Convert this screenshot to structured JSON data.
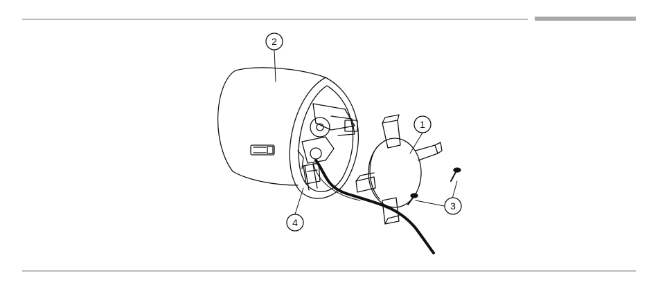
{
  "callouts": [
    {
      "id": "1",
      "label": "1"
    },
    {
      "id": "2",
      "label": "2"
    },
    {
      "id": "3",
      "label": "3"
    },
    {
      "id": "4",
      "label": "4"
    }
  ],
  "colors": {
    "line": "#111111",
    "rule": "#b9b9b9",
    "accent_rule": "#a9a9a9"
  },
  "icons": [
    "cylinder-housing",
    "mounting-plate",
    "screw",
    "cable",
    "terminal-block"
  ]
}
